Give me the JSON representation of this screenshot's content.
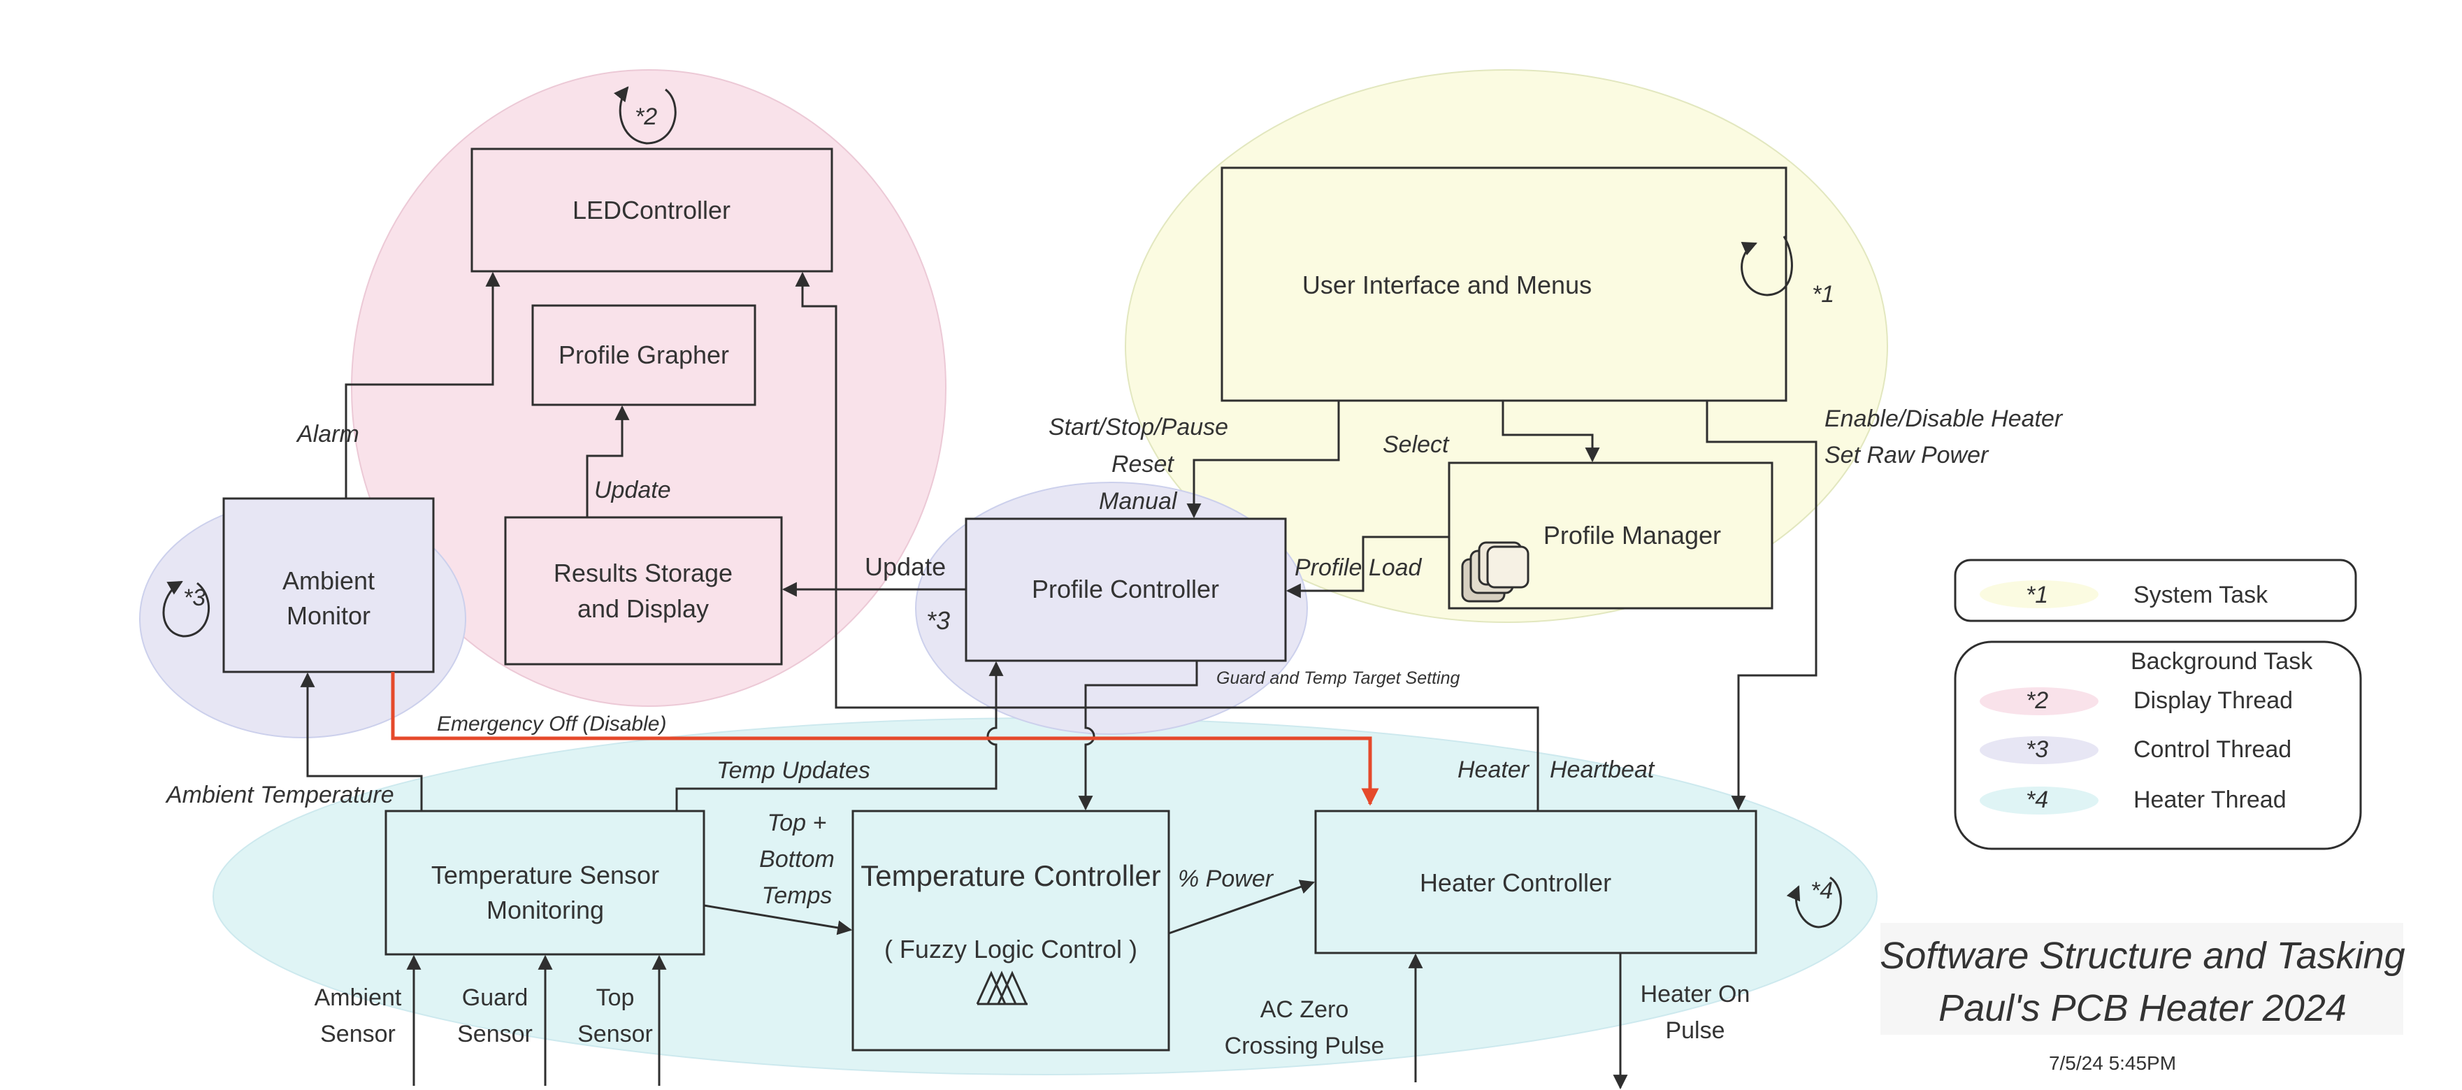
{
  "diagram": {
    "title_line1": "Software Structure and Tasking",
    "title_line2": "Paul's PCB Heater 2024",
    "timestamp": "7/5/24 5:45PM"
  },
  "colors": {
    "system_task": "#fbfbe1",
    "display_thread": "#f9e2ea",
    "control_thread": "#e7e6f4",
    "heater_thread": "#dff4f5",
    "alert_line": "#e5492b",
    "box_stroke": "#2f2f2f"
  },
  "boxes": {
    "led_controller": "LEDController",
    "profile_grapher": "Profile Grapher",
    "results_line1": "Results Storage",
    "results_line2": "and Display",
    "ambient_line1": "Ambient",
    "ambient_line2": "Monitor",
    "ui_menus": "User Interface and Menus",
    "profile_manager": "Profile Manager",
    "profile_controller": "Profile Controller",
    "temp_sensor_line1": "Temperature Sensor",
    "temp_sensor_line2": "Monitoring",
    "temp_controller": "Temperature Controller",
    "fuzzy": "( Fuzzy Logic Control )",
    "heater_controller": "Heater Controller"
  },
  "task_markers": {
    "display": "*2",
    "system": "*1",
    "control_ambient": "*3",
    "control_profile": "*3",
    "heater": "*4"
  },
  "labels": {
    "alarm": "Alarm",
    "update_grapher": "Update",
    "update_results": "Update",
    "start_stop": "Start/Stop/Pause",
    "reset": "Reset",
    "manual": "Manual",
    "select": "Select",
    "enable_heater": "Enable/Disable Heater",
    "set_raw_power": "Set Raw Power",
    "profile_load": "Profile Load",
    "guard_setting": "Guard and Temp Target Setting",
    "emergency_off": "Emergency Off (Disable)",
    "ambient_temperature": "Ambient Temperature",
    "temp_updates": "Temp Updates",
    "top_bottom_1": "Top +",
    "top_bottom_2": "Bottom",
    "top_bottom_3": "Temps",
    "percent_power": "% Power",
    "heater": "Heater",
    "heartbeat": "Heartbeat",
    "ambient_sensor_1": "Ambient",
    "ambient_sensor_2": "Sensor",
    "guard_sensor_1": "Guard",
    "guard_sensor_2": "Sensor",
    "top_sensor_1": "Top",
    "top_sensor_2": "Sensor",
    "ac_zero_1": "AC Zero",
    "ac_zero_2": "Crossing Pulse",
    "heater_on_1": "Heater On",
    "heater_on_2": "Pulse"
  },
  "legend": {
    "system_marker": "*1",
    "system_label": "System Task",
    "background_title": "Background Task",
    "display_marker": "*2",
    "display_label": "Display Thread",
    "control_marker": "*3",
    "control_label": "Control Thread",
    "heater_marker": "*4",
    "heater_label": "Heater Thread"
  }
}
